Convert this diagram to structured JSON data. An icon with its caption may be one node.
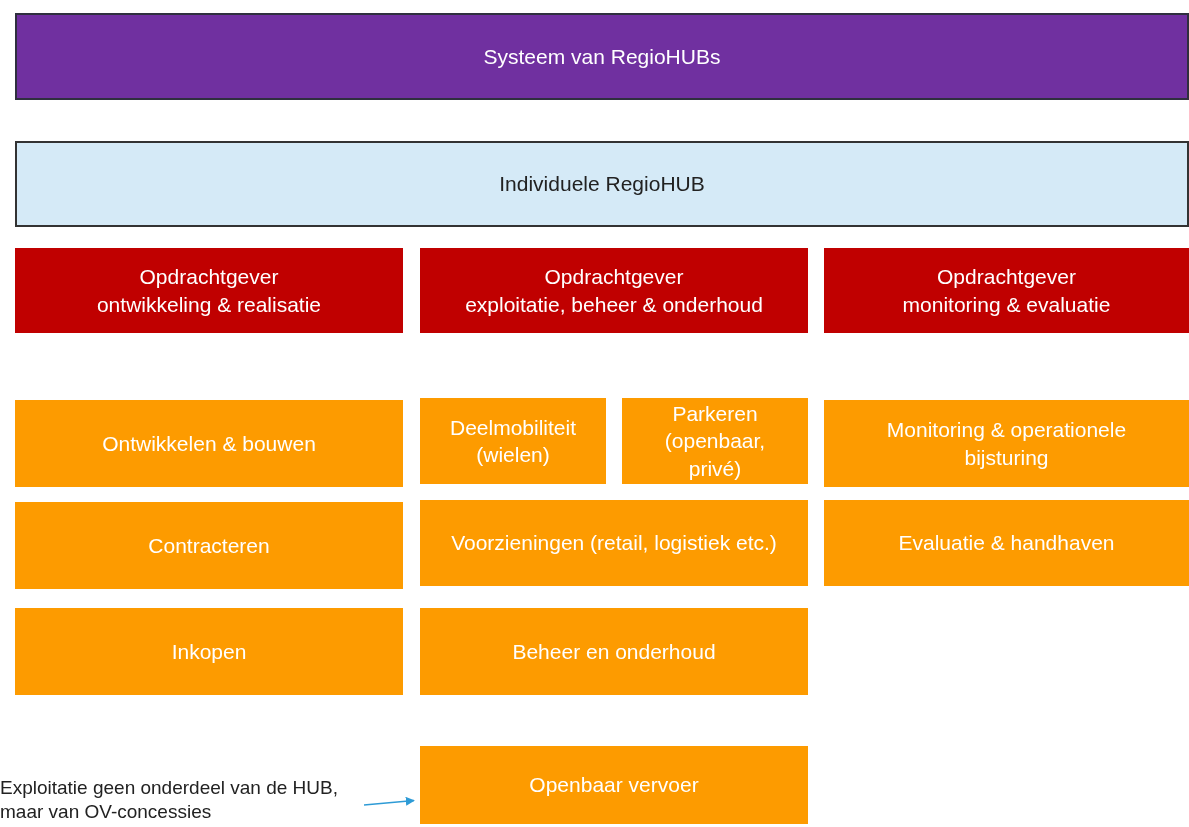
{
  "diagram": {
    "nodes": [
      {
        "text": [
          "Systeem van RegioHUBs"
        ]
      },
      {
        "text": [
          "Individuele RegioHUB"
        ]
      },
      {
        "text": [
          "Opdrachtgever",
          "ontwikkeling & realisatie"
        ]
      },
      {
        "text": [
          "Opdrachtgever",
          "exploitatie, beheer & onderhoud"
        ]
      },
      {
        "text": [
          "Opdrachtgever",
          "monitoring & evaluatie"
        ]
      },
      {
        "text": [
          "Ontwikkelen & bouwen"
        ]
      },
      {
        "text": [
          "Deelmobiliteit (wielen)"
        ]
      },
      {
        "text": [
          "Parkeren (openbaar, privé)"
        ]
      },
      {
        "text": [
          "Monitoring & operationele bijsturing"
        ]
      },
      {
        "text": [
          "Contracteren"
        ]
      },
      {
        "text": [
          "Voorzieningen (retail, logistiek etc.)"
        ]
      },
      {
        "text": [
          "Evaluatie & handhaven"
        ]
      },
      {
        "text": [
          "Inkopen"
        ]
      },
      {
        "text": [
          "Beheer en onderhoud"
        ]
      },
      {
        "text": [
          "Exploitatie geen onderdeel van de HUB, maar van OV-concessies"
        ]
      },
      {
        "text": [
          "Openbaar vervoer"
        ]
      }
    ],
    "edges": [
      {
        "from": 14,
        "to": 15,
        "arrow": "to",
        "color": "#2e9bd6"
      }
    ]
  }
}
